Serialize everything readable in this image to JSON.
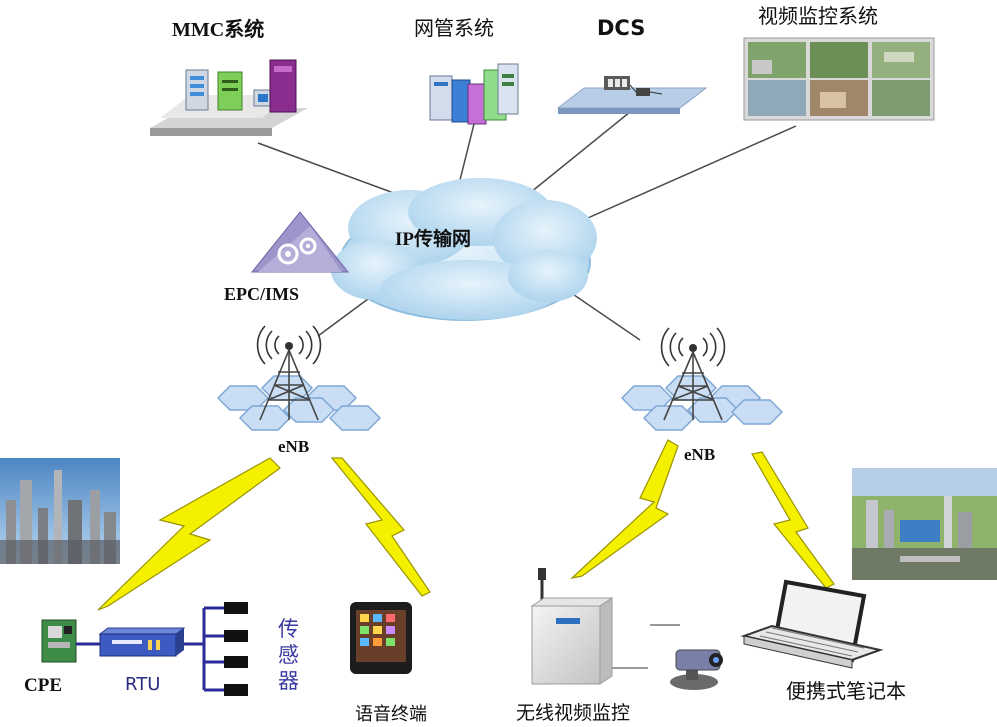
{
  "labels": {
    "mmc": "MMC系统",
    "nms": "网管系统",
    "dcs": "DCS",
    "video_surveillance": "视频监控系统",
    "ip_network": "IP传输网",
    "epc_ims": "EPC/IMS",
    "enb_left": "eNB",
    "enb_right": "eNB",
    "cpe": "CPE",
    "rtu": "RTU",
    "sensor": "传\n感\n器",
    "voice_terminal": "语音终端",
    "wireless_video": "无线视频监控",
    "laptop": "便携式笔记本"
  },
  "colors": {
    "cloud_fill": "#b9dbf0",
    "cloud_stroke": "#8dbedf",
    "hex_fill": "#c9def5",
    "hex_stroke": "#7ea7d6",
    "bolt": "#f5f000",
    "line": "#4a4a4a",
    "epc_fill": "#9b95c9",
    "sensor_text": "#3a3aa0"
  },
  "icons": [
    "server-rack-icon",
    "server-group-icon",
    "dcs-switch-icon",
    "video-monitor-wall-icon",
    "gear-triangle-icon",
    "antenna-tower-icon",
    "lightning-bolt-icon",
    "refinery-photo-icon",
    "cpe-board-icon",
    "rtu-device-icon",
    "smartphone-icon",
    "wireless-camera-box-icon",
    "ip-camera-icon",
    "laptop-icon"
  ]
}
